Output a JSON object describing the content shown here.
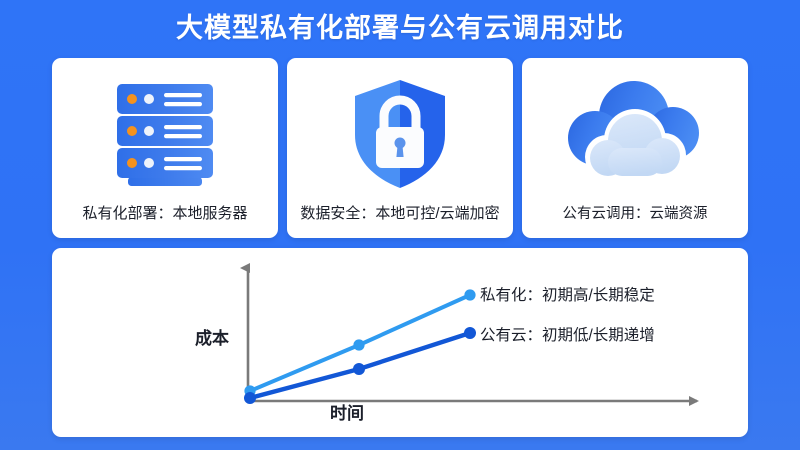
{
  "slide": {
    "title": "大模型私有化部署与公有云调用对比",
    "background_color": "#2f72f5"
  },
  "cards": [
    {
      "icon": "server-rack-icon",
      "label": "私有化部署：本地服务器",
      "icon_colors": {
        "body": "#2f6fe8",
        "body_light": "#4a86ef",
        "dot_accent": "#f5921e",
        "dot_neutral": "#eef3fb",
        "line": "#ffffff"
      }
    },
    {
      "icon": "shield-lock-icon",
      "label": "数据安全：本地可控/云端加密",
      "icon_colors": {
        "shield_light": "#4a90f5",
        "shield_dark": "#2563eb",
        "lock": "#fbfcfe",
        "keyhole": "#5b93ec"
      }
    },
    {
      "icon": "cloud-icon",
      "label": "公有云调用：云端资源",
      "icon_colors": {
        "cloud_back": "#2f6fe8",
        "cloud_back_light": "#4a90f5",
        "cloud_front": "#cbdef7",
        "cloud_front_edge": "#ffffff"
      }
    }
  ],
  "chart_data": {
    "type": "line",
    "title": "",
    "xlabel": "时间",
    "ylabel": "成本",
    "x": [
      0,
      1,
      2
    ],
    "xlim": [
      0,
      2.35
    ],
    "ylim": [
      0,
      1.1
    ],
    "grid": false,
    "legend_position": "right",
    "axis_color": "#7a7a7a",
    "series": [
      {
        "name": "私有化：初期高/长期稳定",
        "color": "#2f9bf0",
        "values": [
          0.07,
          0.46,
          0.83
        ],
        "marker": "circle"
      },
      {
        "name": "公有云：初期低/长期递增",
        "color": "#1257d6",
        "values": [
          0.0,
          0.24,
          0.5
        ],
        "marker": "circle"
      }
    ]
  },
  "legend": [
    {
      "label": "私有化：初期高/长期稳定",
      "color": "#2f9bf0"
    },
    {
      "label": "公有云：初期低/长期递增",
      "color": "#1257d6"
    }
  ]
}
